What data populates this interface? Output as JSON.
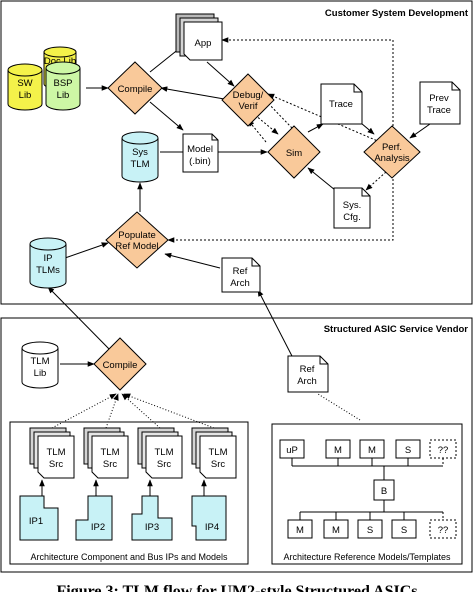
{
  "sections": {
    "customer": "Customer System Development",
    "vendor": "Structured ASIC Service Vendor"
  },
  "nodes": {
    "doc_lib": "Doc Lib",
    "sw_lib": [
      "SW",
      "Lib"
    ],
    "bsp_lib": [
      "BSP",
      "Lib"
    ],
    "compile_top": "Compile",
    "app": "App",
    "debug_verif": [
      "Debug/",
      "Verif"
    ],
    "trace": "Trace",
    "prev_trace": [
      "Prev",
      "Trace"
    ],
    "sys_tlm": [
      "Sys",
      "TLM"
    ],
    "model_bin": [
      "Model",
      "(.bin)"
    ],
    "sim": "Sim",
    "perf_analysis": [
      "Perf.",
      "Analysis"
    ],
    "sys_cfg": [
      "Sys.",
      "Cfg."
    ],
    "ip_tlms": [
      "IP",
      "TLMs"
    ],
    "populate_ref_model": [
      "Populate",
      "Ref Model"
    ],
    "ref_arch_top": [
      "Ref",
      "Arch"
    ],
    "tlm_lib": [
      "TLM",
      "Lib"
    ],
    "compile_bottom": "Compile",
    "ref_arch_bottom": [
      "Ref",
      "Arch"
    ],
    "tlm_src": [
      "TLM",
      "Src"
    ],
    "ips": [
      "IP1",
      "IP2",
      "IP3",
      "IP4"
    ],
    "arch_row1": [
      "uP",
      "M",
      "M",
      "S",
      "??"
    ],
    "bus": "B",
    "arch_row3": [
      "M",
      "M",
      "S",
      "S",
      "??"
    ]
  },
  "captions": {
    "ip_box": "Architecture Component and Bus IPs and Models",
    "ref_box": "Architecture Reference Models/Templates",
    "figure": "Figure 3: TLM flow for UM2-style Structured ASICs"
  },
  "colors": {
    "diamond": "#f9c99a",
    "cylinder_cyan": "#c8f2f6",
    "cylinder_yellow": "#f4f24a",
    "cylinder_green": "#cdf7a5",
    "ip_shape": "#c8f2f6",
    "doc_gray": "#b9b9b9"
  }
}
